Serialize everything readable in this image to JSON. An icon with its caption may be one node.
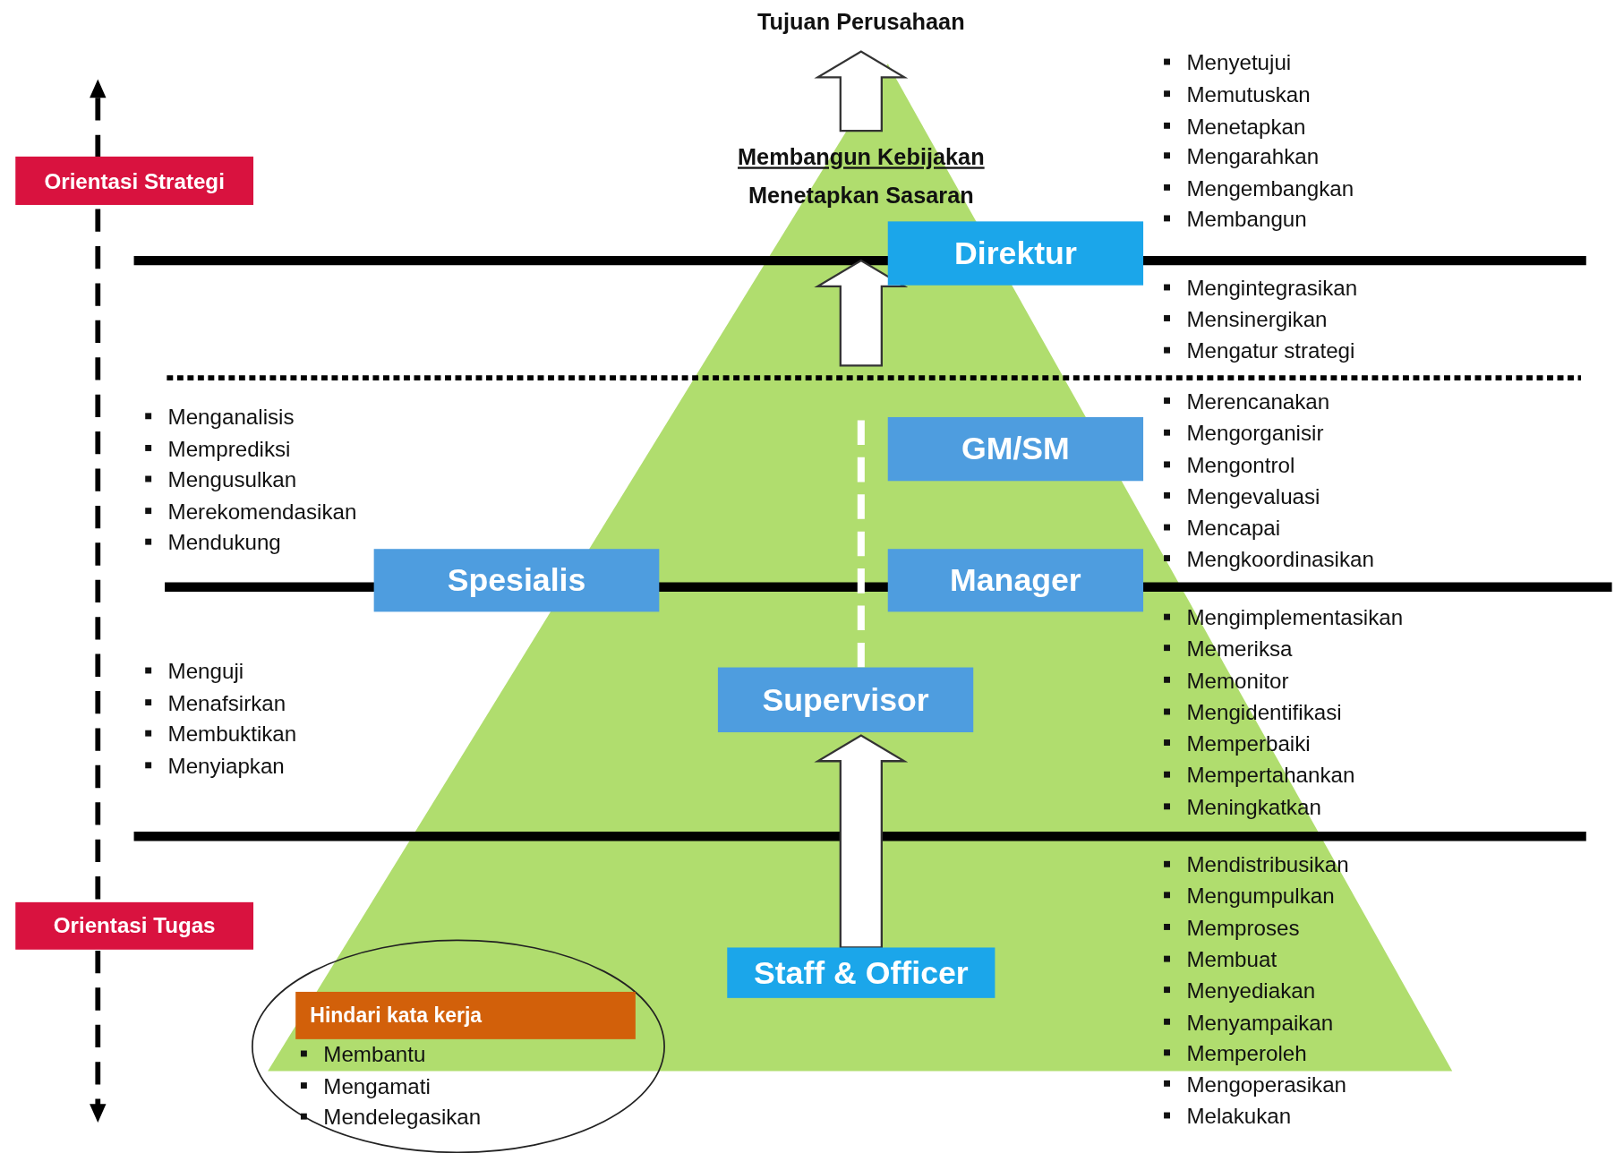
{
  "diagram": {
    "nodes": [
      {
        "text": [
          "Tujuan Perusahaan"
        ]
      },
      {
        "text": [
          "Orientasi Strategi"
        ]
      },
      {
        "text": [
          "Direktur"
        ]
      },
      {
        "text": [
          "GM/SM"
        ]
      },
      {
        "text": [
          "Spesialis"
        ]
      },
      {
        "text": [
          "Manager"
        ]
      },
      {
        "text": [
          "Supervisor"
        ]
      },
      {
        "text": [
          "Orientasi Tugas"
        ]
      },
      {
        "text": [
          "Staff & Officer"
        ]
      },
      {
        "text": [
          "Hindari kata kerja"
        ]
      }
    ],
    "edges": [
      {
        "from": null,
        "to": 0,
        "arrow": "to"
      },
      {
        "from": null,
        "to": 2,
        "arrow": "to"
      },
      {
        "from": 6,
        "to": 3,
        "arrow": "none",
        "style": "dashed",
        "color": "#ffffff"
      },
      {
        "from": 8,
        "to": 6,
        "arrow": "to"
      }
    ],
    "labels": [
      "Membangun Kebijakan",
      "Menetapkan Sasaran",
      "Menyetujui",
      "Memutuskan",
      "Menetapkan",
      "Mengarahkan",
      "Mengembangkan",
      "Membangun",
      "Mengintegrasikan",
      "Mensinergikan",
      "Mengatur strategi",
      "Merencanakan",
      "Mengorganisir",
      "Mengontrol",
      "Mengevaluasi",
      "Mencapai",
      "Mengkoordinasikan",
      "Mengimplementasikan",
      "Memeriksa",
      "Memonitor",
      "Mengidentifikasi",
      "Memperbaiki",
      "Mempertahankan",
      "Meningkatkan",
      "Mendistribusikan",
      "Mengumpulkan",
      "Memproses",
      "Membuat",
      "Menyediakan",
      "Menyampaikan",
      "Memperoleh",
      "Mengoperasikan",
      "Melakukan",
      "Menganalisis",
      "Memprediksi",
      "Mengusulkan",
      "Merekomendasikan",
      "Mendukung",
      "Menguji",
      "Menafsirkan",
      "Membuktikan",
      "Menyiapkan",
      "Membantu",
      "Mengamati",
      "Mendelegasikan"
    ]
  }
}
